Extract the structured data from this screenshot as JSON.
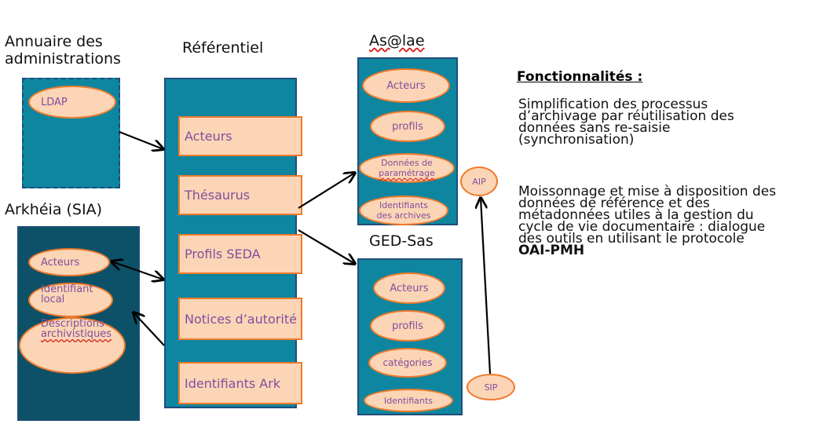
{
  "labels": {
    "annuaire": "Annuaire des administrations",
    "referentiel": "Référentiel",
    "asalae": "As@lae",
    "arkheia": "Arkhéia (SIA)",
    "gedsas": "GED-Sas"
  },
  "annuaire_box": {
    "ldap": "LDAP"
  },
  "referentiel_items": [
    "Acteurs",
    "Thésaurus",
    "Profils SEDA",
    "Notices d’autorité",
    "Identifiants Ark"
  ],
  "asalae_items": {
    "acteurs": "Acteurs",
    "profils": "profils",
    "donnees_1": "Données de",
    "donnees_2": "paramétrage",
    "identifiants_1": "Identifiants",
    "identifiants_2": "des archives"
  },
  "arkheia_items": {
    "acteurs": "Acteurs",
    "identifiant_1": "Identifiant",
    "identifiant_2": "local",
    "descriptions_1": "Descriptions",
    "descriptions_2": "archivistiques"
  },
  "ged_items": [
    "Acteurs",
    "profils",
    "catégories",
    "Identifiants"
  ],
  "aip": "AIP",
  "sip": "SIP",
  "fonctionnalites": {
    "heading": "Fonctionnalités :",
    "para1": [
      "Simplification des processus",
      "d’archivage par réutilisation des",
      "données sans re-saisie",
      "(synchronisation)"
    ],
    "para2": [
      "Moissonnage et mise à disposition des",
      "données de référence et des",
      "métadonnées utiles à la gestion du",
      "cycle de vie documentaire : dialogue",
      "des outils en utilisant le protocole"
    ],
    "para2_bold": "OAI-PMH"
  },
  "colors": {
    "teal": "#0f86a0",
    "dark_teal": "#0d5168",
    "item_fill": "#fbd5b5",
    "item_border": "#f07a2a",
    "item_text": "#7f4fa0"
  }
}
